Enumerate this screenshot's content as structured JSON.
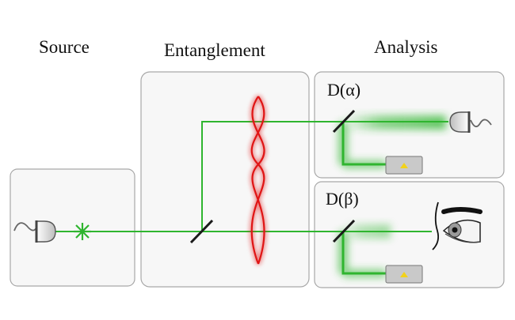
{
  "headings": {
    "source": "Source",
    "entanglement": "Entanglement",
    "analysis": "Analysis"
  },
  "detectors": {
    "alpha": "D(α)",
    "beta": "D(β)"
  },
  "colors": {
    "beam": "#2fb52f",
    "entanglement_loop": "#e01515",
    "panel_border": "#a8a8a8",
    "panel_fill": "#f7f7f7",
    "detector_box": "#c9c9c9",
    "detector_marker": "#f2d21b"
  },
  "icons": [
    "light-bulb-icon",
    "spark-icon",
    "beam-splitter-icon",
    "eye-icon",
    "detector-icon"
  ]
}
